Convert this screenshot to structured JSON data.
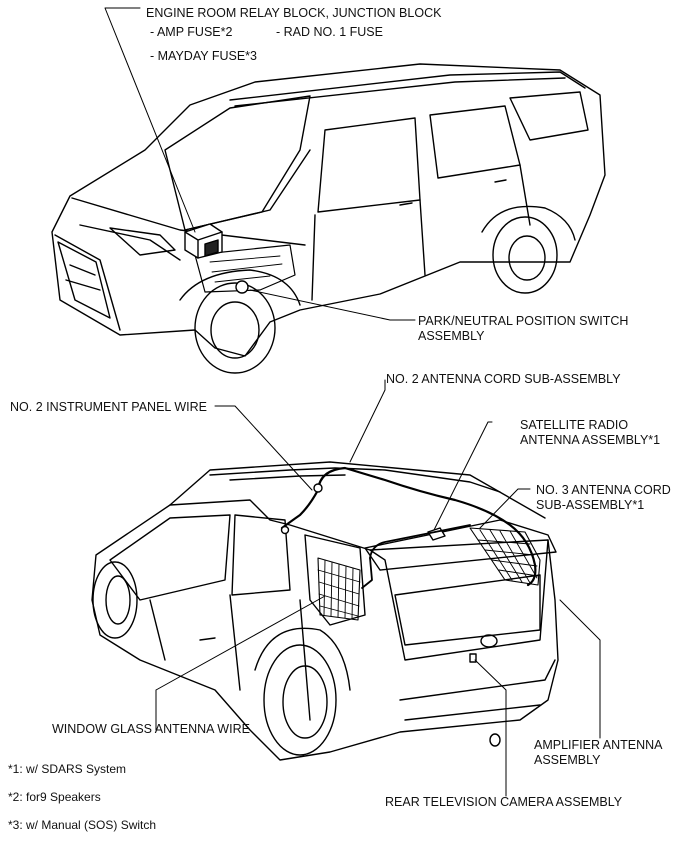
{
  "labels": {
    "engine_room": "ENGINE ROOM RELAY BLOCK, JUNCTION BLOCK",
    "amp_fuse": "- AMP FUSE*2",
    "rad_fuse": "- RAD NO. 1 FUSE",
    "mayday_fuse": "- MAYDAY FUSE*3",
    "park_neutral_1": "PARK/NEUTRAL POSITION SWITCH",
    "park_neutral_2": "ASSEMBLY",
    "antenna_cord_2": "NO. 2 ANTENNA CORD SUB-ASSEMBLY",
    "instrument_panel_wire": "NO. 2 INSTRUMENT PANEL WIRE",
    "satellite_1": "SATELLITE RADIO",
    "satellite_2": "ANTENNA ASSEMBLY*1",
    "antenna_cord_3_1": "NO. 3 ANTENNA CORD",
    "antenna_cord_3_2": "SUB-ASSEMBLY*1",
    "window_glass": "WINDOW GLASS ANTENNA WIRE",
    "amplifier_1": "AMPLIFIER ANTENNA",
    "amplifier_2": "ASSEMBLY",
    "rear_camera": "REAR TELEVISION CAMERA ASSEMBLY"
  },
  "footnotes": [
    "*1: w/ SDARS System",
    "*2: for9 Speakers",
    "*3: w/ Manual (SOS) Switch"
  ]
}
